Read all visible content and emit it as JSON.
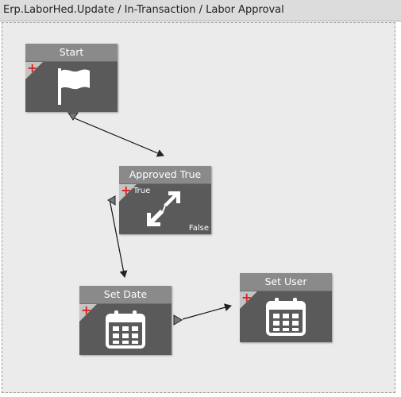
{
  "window": {
    "title": "Erp.LaborHed.Update / In-Transaction / Labor Approval"
  },
  "nodes": {
    "start": {
      "label": "Start",
      "icon": "flag-icon"
    },
    "approved": {
      "label": "Approved True",
      "icon": "resize-arrows-icon",
      "true_label": "True",
      "false_label": "False"
    },
    "set_date": {
      "label": "Set Date",
      "icon": "calendar-icon"
    },
    "set_user": {
      "label": "Set User",
      "icon": "calendar-icon"
    }
  },
  "colors": {
    "header": "#8a8a8a",
    "body": "#5a5a5a",
    "plus": "#e02020",
    "canvas": "#ebebeb"
  }
}
